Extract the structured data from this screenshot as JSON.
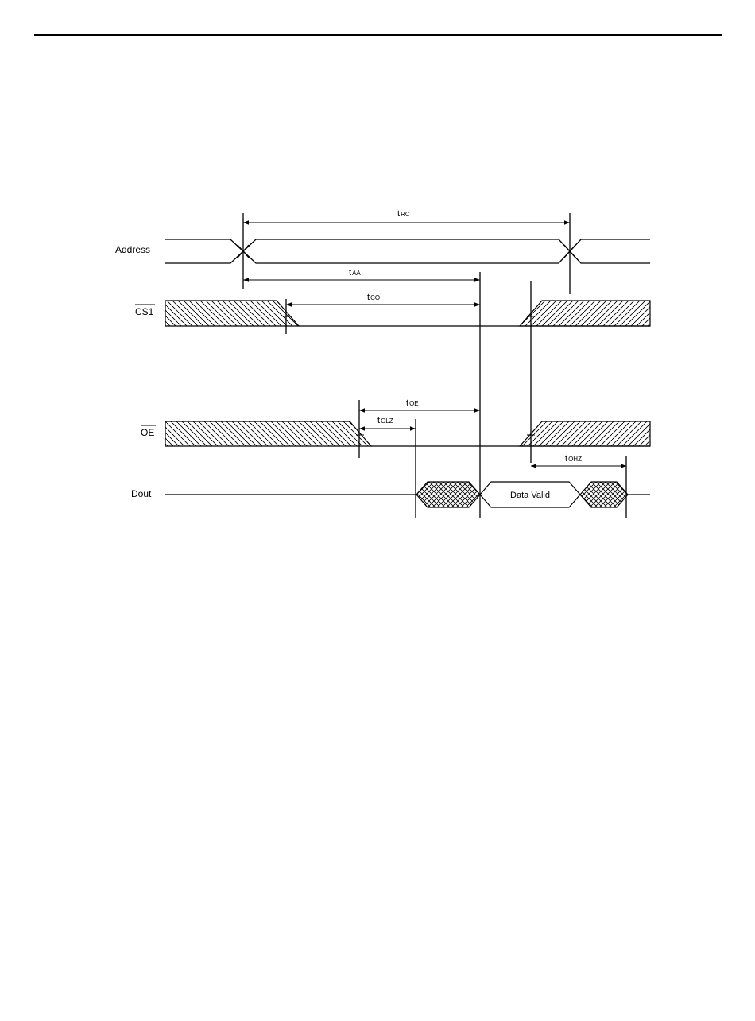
{
  "diagram": {
    "signals": {
      "address": "Address",
      "cs1": "CS1",
      "oe": "OE",
      "dout": "Dout"
    },
    "timings": {
      "trc": {
        "main": "t",
        "sub": "RC"
      },
      "taa": {
        "main": "t",
        "sub": "AA"
      },
      "tco": {
        "main": "t",
        "sub": "CO"
      },
      "toe": {
        "main": "t",
        "sub": "OE"
      },
      "tolz": {
        "main": "t",
        "sub": "OLZ"
      },
      "tohz": {
        "main": "t",
        "sub": "OHZ"
      }
    },
    "data_valid": "Data Valid"
  }
}
